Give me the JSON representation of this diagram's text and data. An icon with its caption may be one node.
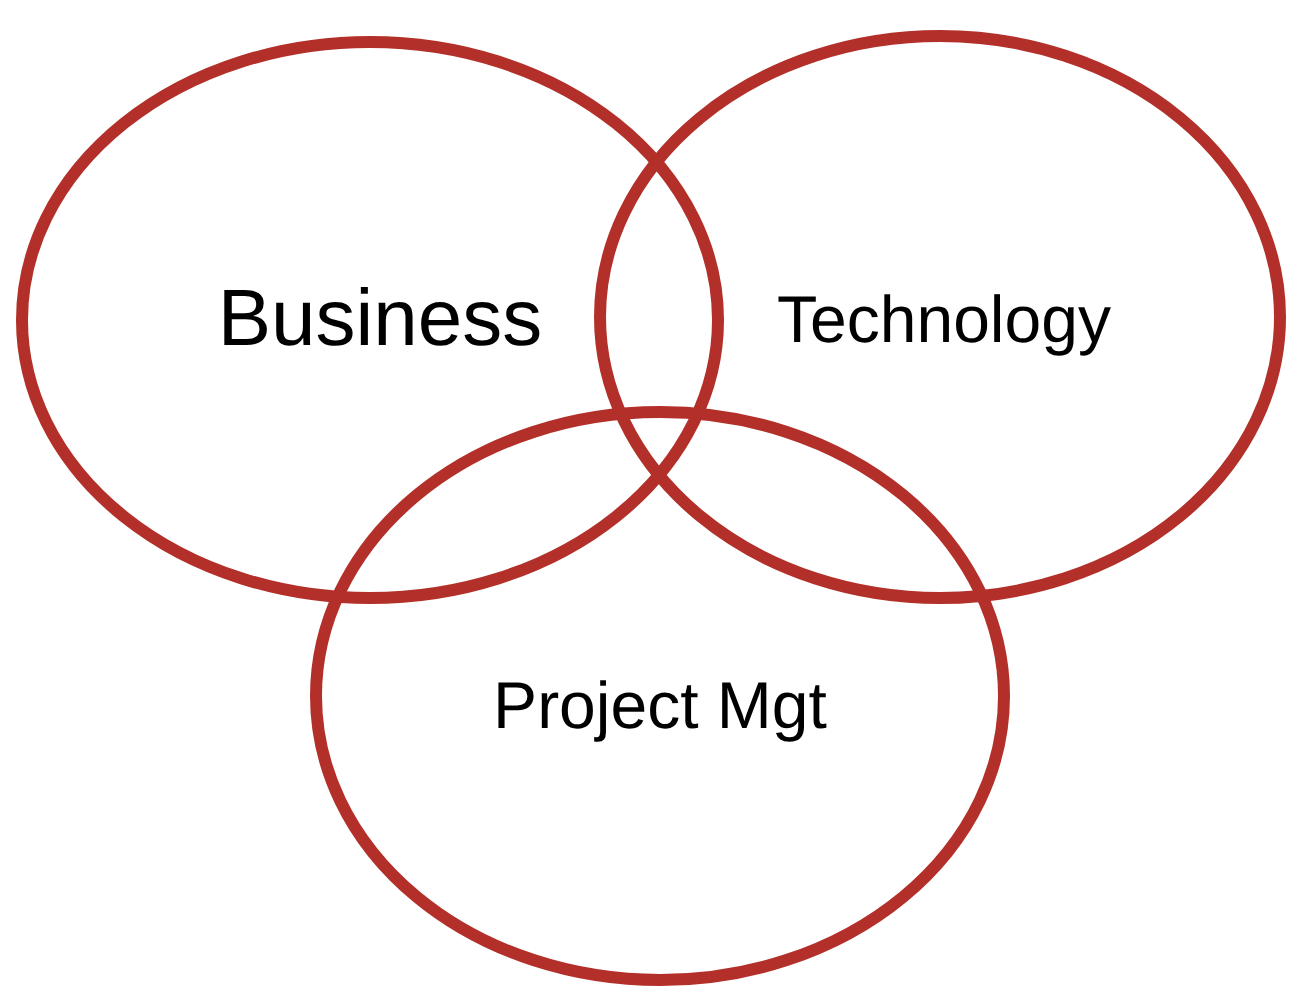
{
  "diagram": {
    "nodes": [
      {
        "text": [
          "Business"
        ]
      },
      {
        "text": [
          "Technology"
        ]
      },
      {
        "text": [
          "Project Mgt"
        ]
      }
    ]
  }
}
